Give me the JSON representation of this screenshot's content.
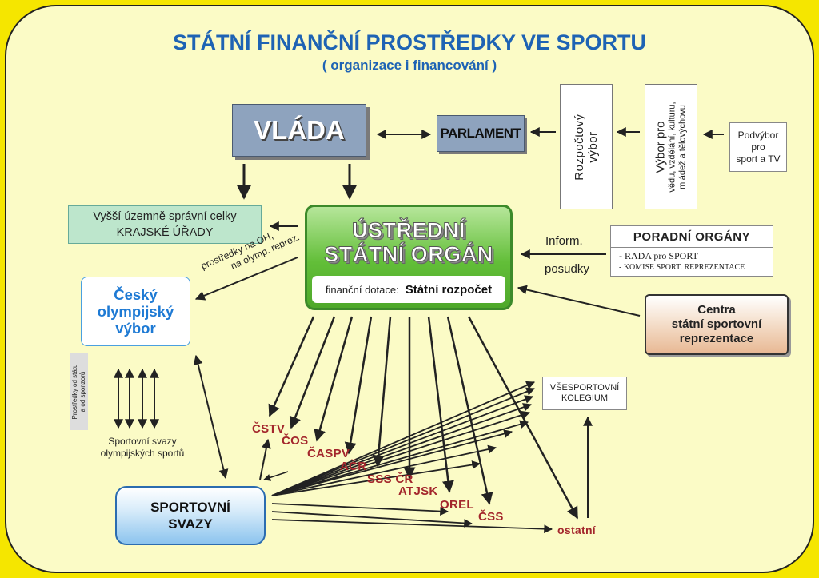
{
  "title": "STÁTNÍ FINANČNÍ PROSTŘEDKY VE  SPORTU",
  "subtitle": "( organizace i financování )",
  "vlada": "VLÁDA",
  "parlament": "PARLAMENT",
  "rozpoctovy_vybor": {
    "line1": "Rozpočtový",
    "line2": "výbor"
  },
  "vybor_pro": {
    "line1": "Výbor pro",
    "line2": "vědu, vzdělání, kulturu,",
    "line3": "mládež a tělovýchovu"
  },
  "podvybor": {
    "line1": "Podvýbor",
    "line2": "pro",
    "line3": "sport a TV"
  },
  "krajske": {
    "line1": "Vyšší územně správní celky",
    "line2": "KRAJSKÉ ÚŘADY"
  },
  "ustredni": {
    "line1": "ÚSTŘEDNÍ",
    "line2": "STÁTNÍ ORGÁN",
    "dotace_label": "finanční dotace:",
    "dotace_value": "Státní rozpočet"
  },
  "inform": {
    "line1": "Inform.",
    "line2": "posudky"
  },
  "poradni": {
    "title": "PORADNÍ  ORGÁNY",
    "item1": "- RADA pro SPORT",
    "item2": "- KOMISE SPORT. REPREZENTACE"
  },
  "centra": {
    "line1": "Centra",
    "line2": "státní sportovní",
    "line3": "reprezentace"
  },
  "cov": {
    "line1": "Český",
    "line2": "olympijský",
    "line3": "výbor"
  },
  "oh_label": {
    "line1": "prostředky na OH,",
    "line2": "na olymp. reprez."
  },
  "prostredky_label": {
    "line1": "Prostředky od státu",
    "line2": "a  od  sponzorů"
  },
  "sportovni_svazy_olymp": {
    "line1": "Sportovní  svazy",
    "line2": "olympijských sportů"
  },
  "vseportovni": {
    "line1": "VŠESPORTOVNÍ",
    "line2": "KOLEGIUM"
  },
  "sportovni_svazy": {
    "line1": "SPORTOVNÍ",
    "line2": "SVAZY"
  },
  "organizations": [
    "ČSTV",
    "ČOS",
    "ČASPV",
    "AČR",
    "SSS ČR",
    "ATJSK",
    "OREL",
    "ČSS",
    "ostatní"
  ],
  "colors": {
    "background": "#f5e600",
    "panel": "#fbfbc6",
    "title": "#1e63b4",
    "org_text": "#a3262c",
    "gov_box": "#8ea3be",
    "green_box": "#5cb833",
    "krajske_box": "#bde6cc"
  }
}
